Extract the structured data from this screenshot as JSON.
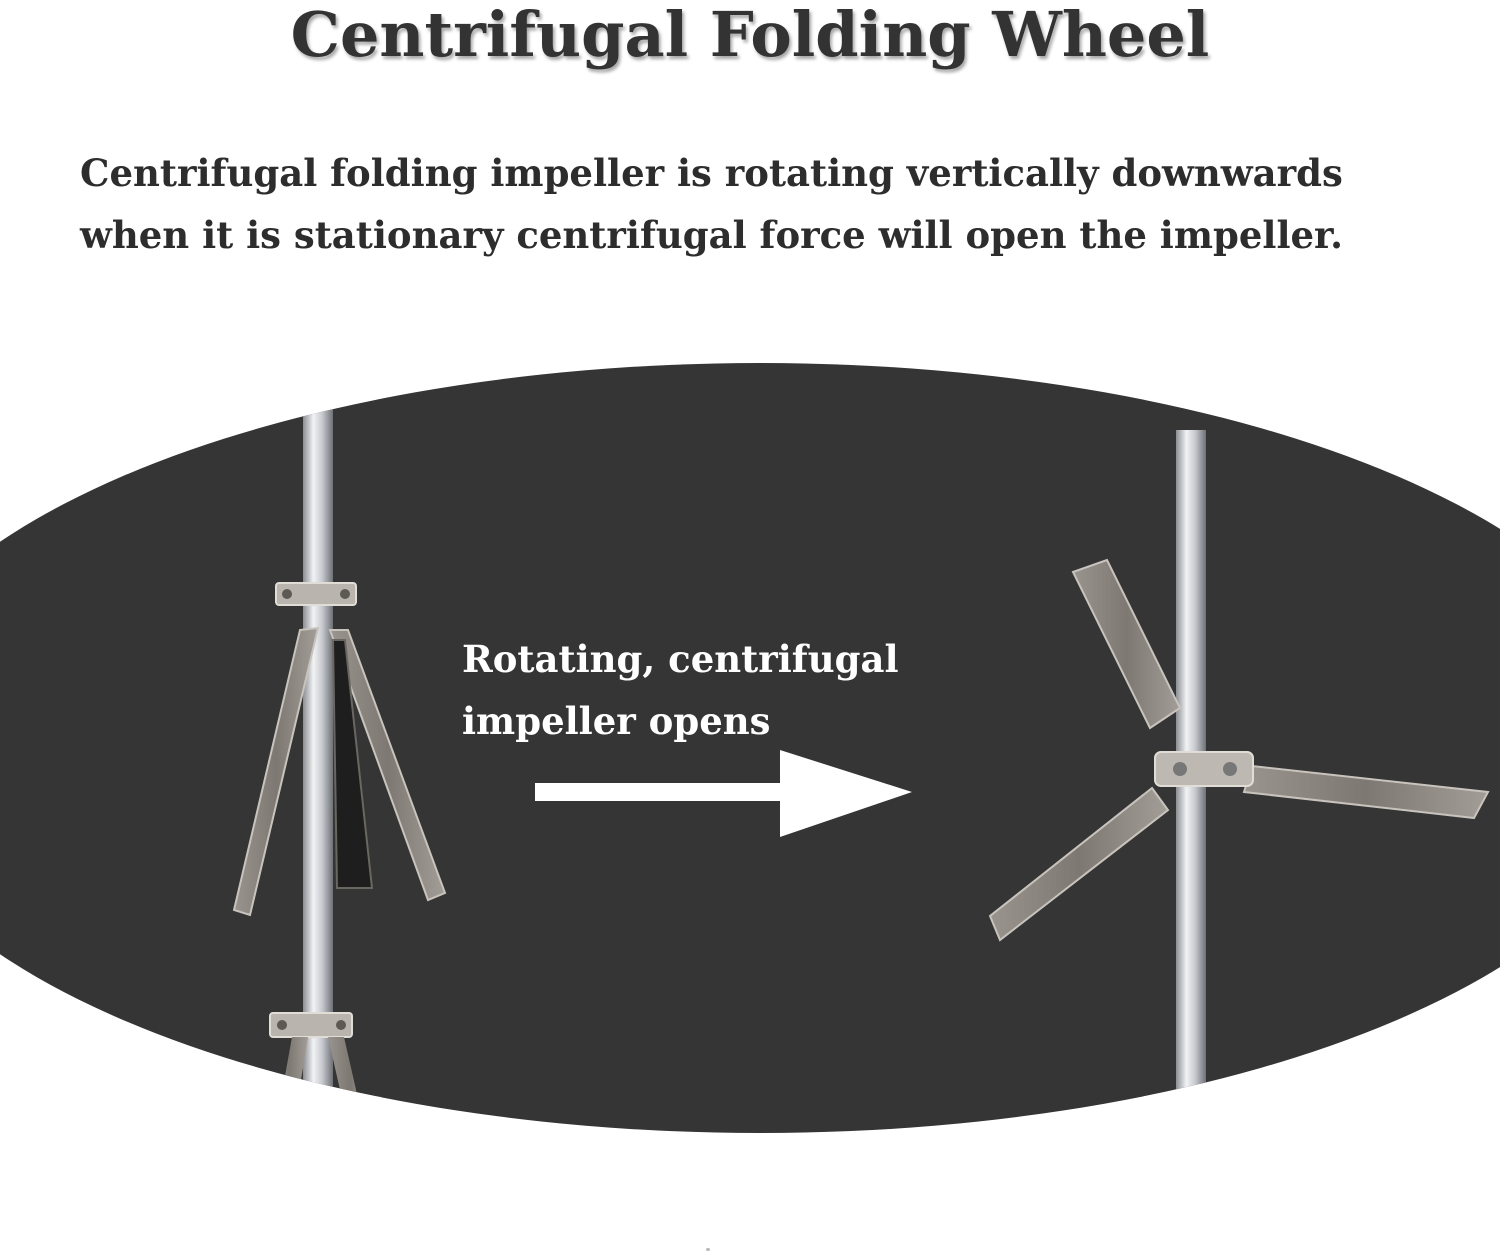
{
  "title": "Centrifugal Folding Wheel",
  "description": {
    "line1": "Centrifugal folding impeller is rotating vertically downwards",
    "line2": "when it is stationary centrifugal force will open the impeller."
  },
  "diagram": {
    "caption_line1": "Rotating, centrifugal",
    "caption_line2": "impeller opens",
    "background_color": "#353535",
    "arrow_color": "#ffffff",
    "blade_color": "#8a8580",
    "shaft_color": "#c9ccd0"
  }
}
